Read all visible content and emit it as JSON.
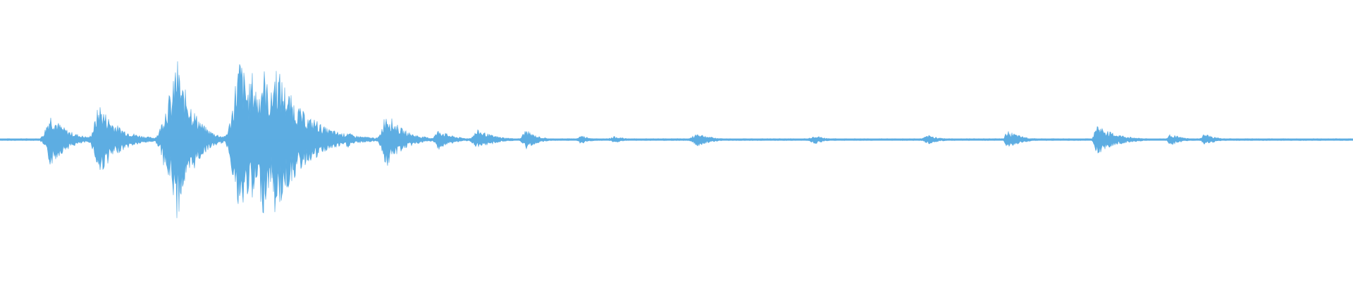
{
  "waveform": {
    "color": "#5dade2",
    "bursts": [
      {
        "t": 0.038,
        "amp": 0.32,
        "width": 0.006,
        "decay": 0.012
      },
      {
        "t": 0.074,
        "amp": 0.43,
        "width": 0.006,
        "decay": 0.014
      },
      {
        "t": 0.126,
        "amp": 0.55,
        "width": 0.008,
        "decay": 0.012
      },
      {
        "t": 0.131,
        "amp": 0.98,
        "width": 0.006,
        "decay": 0.01
      },
      {
        "t": 0.138,
        "amp": 0.62,
        "width": 0.006,
        "decay": 0.01
      },
      {
        "t": 0.147,
        "amp": 0.28,
        "width": 0.004,
        "decay": 0.006
      },
      {
        "t": 0.178,
        "amp": 1.0,
        "width": 0.008,
        "decay": 0.012
      },
      {
        "t": 0.187,
        "amp": 0.82,
        "width": 0.007,
        "decay": 0.01
      },
      {
        "t": 0.195,
        "amp": 0.88,
        "width": 0.007,
        "decay": 0.01
      },
      {
        "t": 0.204,
        "amp": 0.92,
        "width": 0.006,
        "decay": 0.02
      },
      {
        "t": 0.233,
        "amp": 0.26,
        "width": 0.005,
        "decay": 0.012
      },
      {
        "t": 0.257,
        "amp": 0.1,
        "width": 0.003,
        "decay": 0.006
      },
      {
        "t": 0.286,
        "amp": 0.34,
        "width": 0.005,
        "decay": 0.012
      },
      {
        "t": 0.325,
        "amp": 0.12,
        "width": 0.005,
        "decay": 0.01
      },
      {
        "t": 0.354,
        "amp": 0.12,
        "width": 0.006,
        "decay": 0.012
      },
      {
        "t": 0.389,
        "amp": 0.12,
        "width": 0.004,
        "decay": 0.008
      },
      {
        "t": 0.43,
        "amp": 0.05,
        "width": 0.004,
        "decay": 0.008
      },
      {
        "t": 0.455,
        "amp": 0.04,
        "width": 0.006,
        "decay": 0.008
      },
      {
        "t": 0.516,
        "amp": 0.08,
        "width": 0.006,
        "decay": 0.01
      },
      {
        "t": 0.603,
        "amp": 0.05,
        "width": 0.006,
        "decay": 0.008
      },
      {
        "t": 0.687,
        "amp": 0.05,
        "width": 0.006,
        "decay": 0.01
      },
      {
        "t": 0.745,
        "amp": 0.11,
        "width": 0.003,
        "decay": 0.01
      },
      {
        "t": 0.811,
        "amp": 0.18,
        "width": 0.003,
        "decay": 0.014
      },
      {
        "t": 0.866,
        "amp": 0.07,
        "width": 0.004,
        "decay": 0.008
      },
      {
        "t": 0.891,
        "amp": 0.07,
        "width": 0.004,
        "decay": 0.008
      }
    ]
  }
}
